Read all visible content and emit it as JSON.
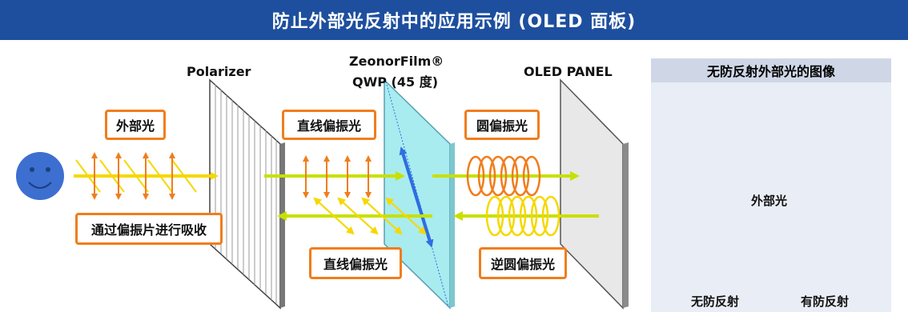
{
  "title": "防止外部光反射中的应用示例 (OLED 面板)",
  "labels": {
    "polarizer": "Polarizer",
    "zeonor_line1": "ZeonorFilm®",
    "zeonor_line2": "QWP (45 度)",
    "oled_panel": "OLED PANEL"
  },
  "boxes": {
    "external_light": "外部光",
    "linear_pol_top": "直线偏振光",
    "circular_pol": "圆偏振光",
    "absorbed": "通过偏振片进行吸收",
    "linear_pol_bottom": "直线偏振光",
    "reverse_circular": "逆圆偏振光"
  },
  "side": {
    "title": "无防反射外部光的图像",
    "ext_light": "外部光",
    "no_anti": "无防反射",
    "with_anti": "有防反射"
  },
  "colors": {
    "title_bg": "#1e4f9e",
    "box_border": "#f07d1c",
    "light_yellow": "#f5d800",
    "light_green": "#c8e000",
    "arrow_orange": "#f07d1c",
    "face_blue": "#3c6fd0",
    "qwp_cyan": "#a8ecf0"
  }
}
